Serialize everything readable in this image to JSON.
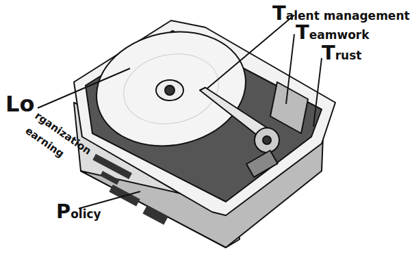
{
  "diagram": {
    "labels": [
      "Talent management",
      "Teamwork",
      "Trust",
      "Lo",
      "rganization",
      "earning",
      "Policy"
    ]
  }
}
